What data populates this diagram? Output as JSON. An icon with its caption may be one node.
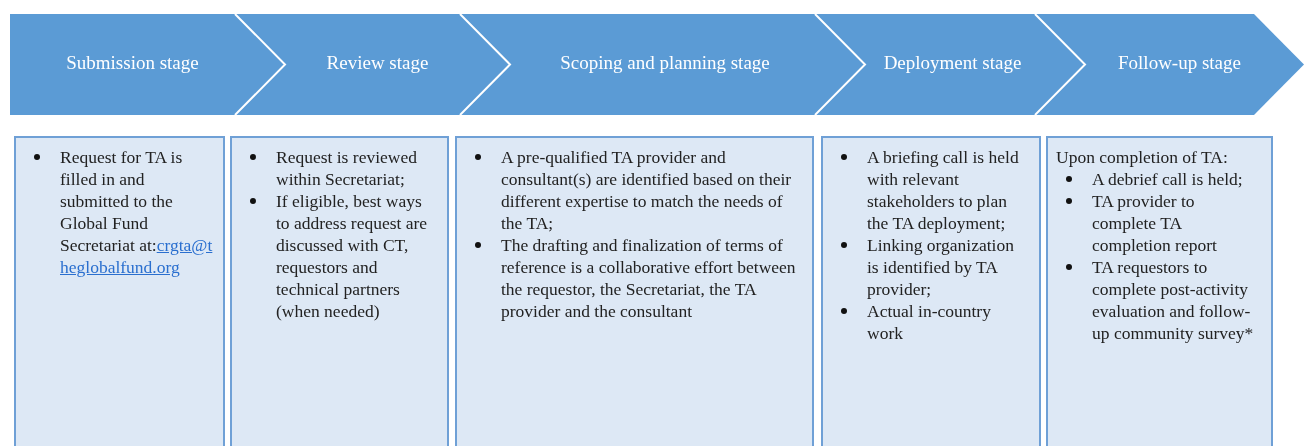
{
  "diagram": {
    "nodes": [
      {
        "text": [
          "Submission stage"
        ]
      },
      {
        "text": [
          "Review stage"
        ]
      },
      {
        "text": [
          "Scoping and planning stage"
        ]
      },
      {
        "text": [
          "Deployment stage"
        ]
      },
      {
        "text": [
          "Follow-up stage"
        ]
      },
      {
        "text": [
          "Request for TA is filled in and submitted to the Global Fund Secretariat at:",
          "crgta@theglobalfund.org"
        ]
      },
      {
        "text": [
          "Request is reviewed within Secretariat;",
          "If eligible, best ways to address request are discussed with CT, requestors and technical partners (when needed)"
        ]
      },
      {
        "text": [
          "A pre-qualified TA provider and consultant(s) are identified based on their different expertise to match the needs of the TA;",
          "The drafting and finalization of terms of reference is a collaborative effort between the requestor, the Secretariat, the TA provider and the consultant"
        ]
      },
      {
        "text": [
          "A briefing call is held with relevant stakeholders to plan the TA deployment;",
          "Linking organization is identified by TA provider;",
          "Actual in-country work"
        ]
      },
      {
        "text": [
          "Upon completion of TA:",
          "A debrief call is held;",
          "TA provider to complete TA completion report",
          "TA requestors to complete post-activity evaluation and follow-up community survey*"
        ]
      }
    ]
  }
}
